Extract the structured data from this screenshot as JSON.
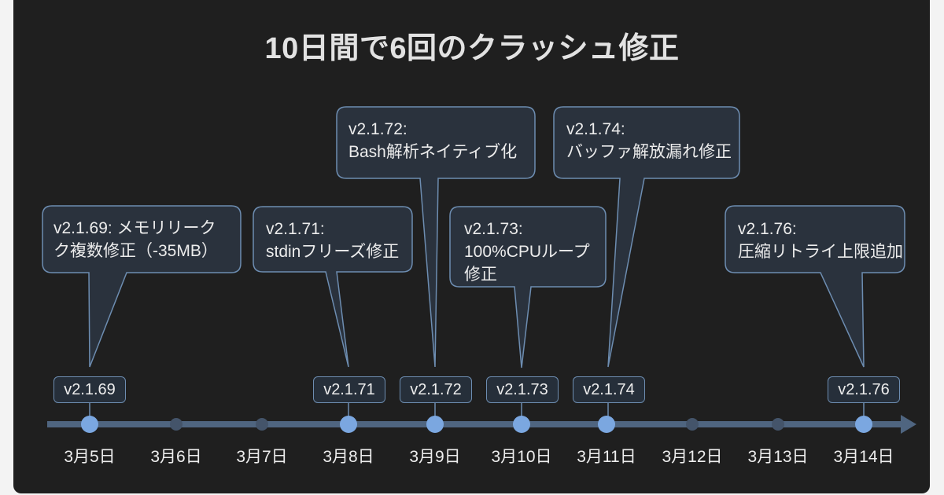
{
  "title": "10日間で6回のクラッシュ修正",
  "colors": {
    "background": "#1f1f1f",
    "callout_fill": "#2a323d",
    "callout_border": "#6d8db1",
    "axis": "#4f6580",
    "active_dot": "#7ba7e0",
    "inactive_dot": "#44546a"
  },
  "callouts": [
    {
      "version": "v2.1.69",
      "text": "v2.1.69: メモリリーク\nク複数修正（-35MB）"
    },
    {
      "version": "v2.1.71",
      "text": "v2.1.71:\nstdinフリーズ修正"
    },
    {
      "version": "v2.1.72",
      "text": "v2.1.72:\nBash解析ネイティブ化"
    },
    {
      "version": "v2.1.73",
      "text": "v2.1.73:\n100%CPUループ\n修正"
    },
    {
      "version": "v2.1.74",
      "text": "v2.1.74:\nバッファ解放漏れ修正"
    },
    {
      "version": "v2.1.76",
      "text": "v2.1.76:\n圧縮リトライ上限追加"
    }
  ],
  "tags": [
    "v2.1.69",
    "v2.1.71",
    "v2.1.72",
    "v2.1.73",
    "v2.1.74",
    "v2.1.76"
  ],
  "dates": [
    "3月5日",
    "3月6日",
    "3月7日",
    "3月8日",
    "3月9日",
    "3月10日",
    "3月11日",
    "3月12日",
    "3月13日",
    "3月14日"
  ],
  "release_dates": [
    "3月5日",
    "3月8日",
    "3月9日",
    "3月10日",
    "3月11日",
    "3月14日"
  ]
}
